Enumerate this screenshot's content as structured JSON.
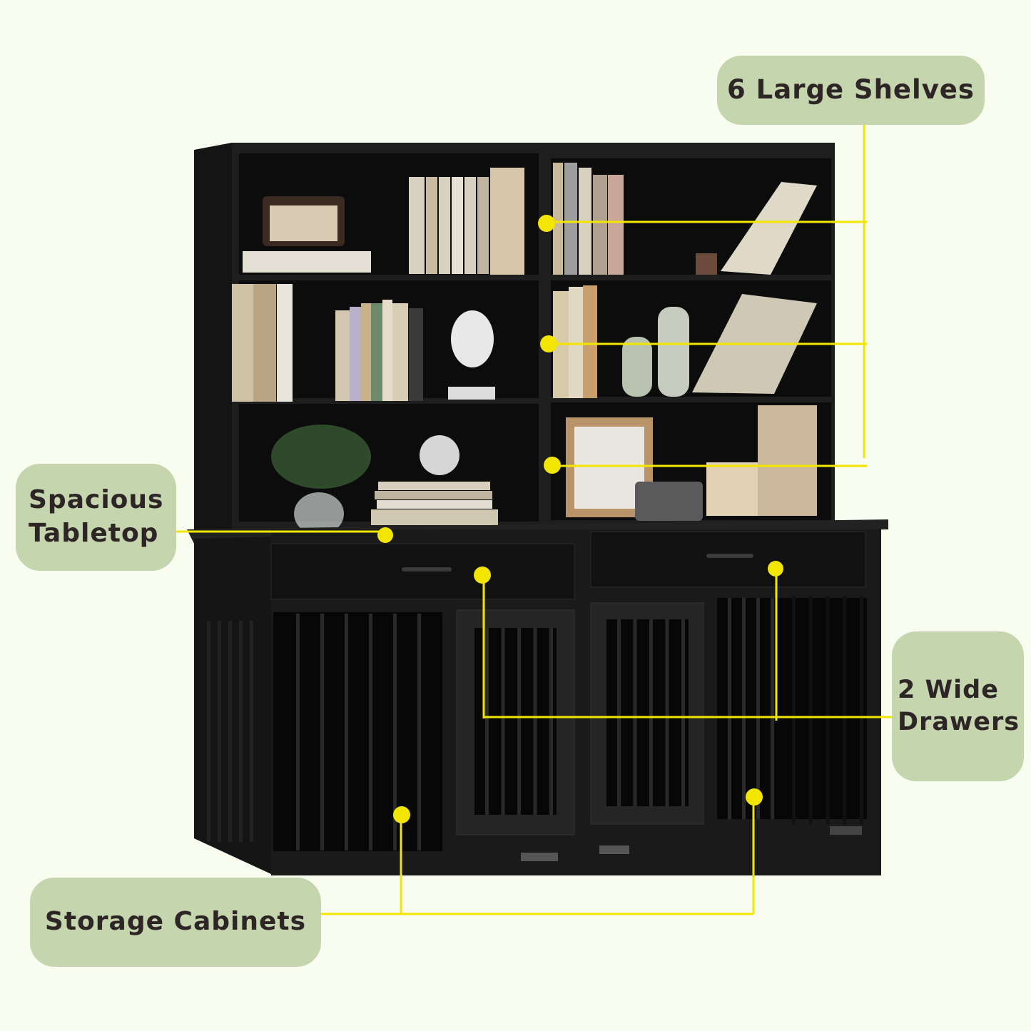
{
  "callouts": {
    "shelves": "6 Large Shelves",
    "tabletop_line1": "Spacious",
    "tabletop_line2": "Tabletop",
    "drawers_line1": "2 Wide",
    "drawers_line2": "Drawers",
    "cabinets": "Storage Cabinets"
  },
  "colors": {
    "background": "#f8fdef",
    "pill": "#c5d5ae",
    "text": "#2e2626",
    "callout_line": "#f2e600",
    "furniture": "#1b1a1a"
  }
}
